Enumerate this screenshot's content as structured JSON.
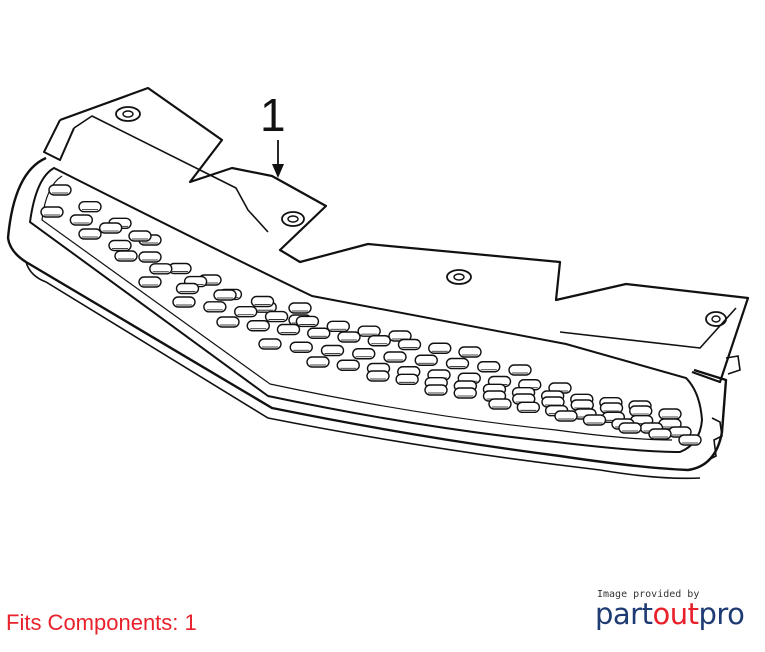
{
  "callout": {
    "number": "1"
  },
  "footer": {
    "fits_text": "Fits Components: 1",
    "credit_text": "Image provided by",
    "brand_part1": "part",
    "brand_part2": "out",
    "brand_part3": "pro"
  },
  "colors": {
    "fits_red": "#e8212b",
    "brand_navy": "#1f3b73",
    "brand_red": "#e8212b",
    "line": "#111111"
  }
}
